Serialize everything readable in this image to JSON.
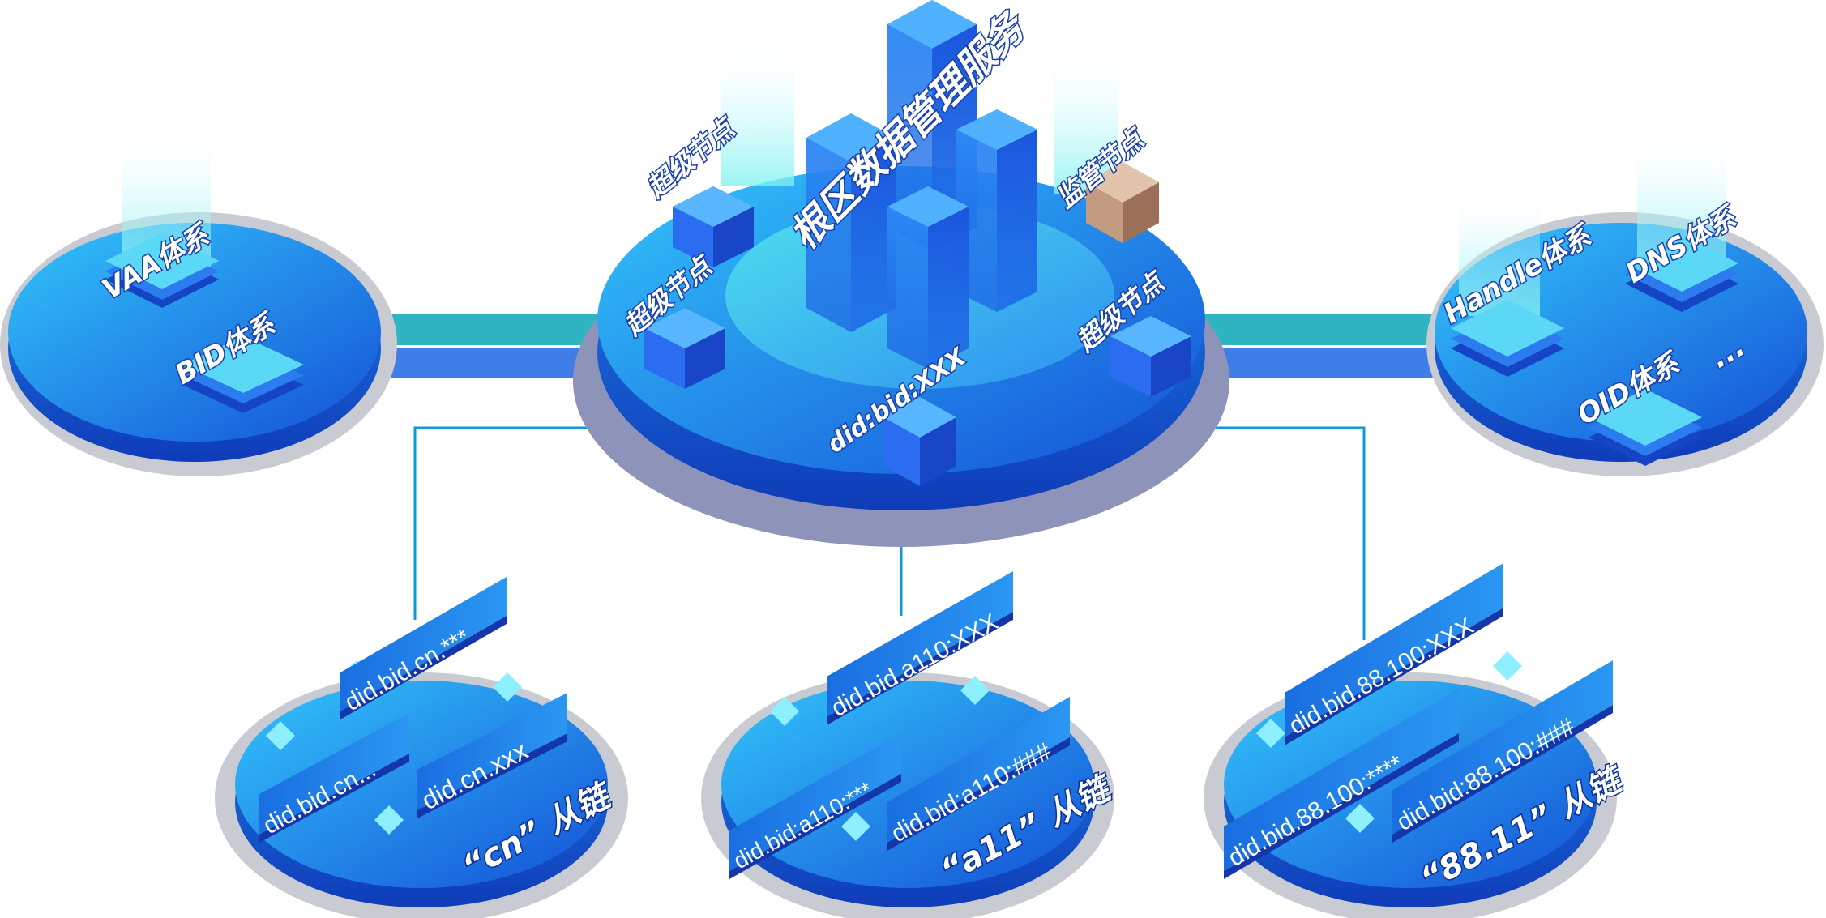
{
  "colors": {
    "disc_light": "#27b3f6",
    "disc_dark": "#1652d9",
    "shadow": "#c9cbd2",
    "connector_teal": "#2fb5c2",
    "connector_blue": "#3f7ee6",
    "tag_bg": "#1e7be6",
    "tag_dark": "#1436a8",
    "line": "#0e9ad6"
  },
  "center": {
    "title": "根区数据管理服务",
    "super_node_top": "超级节点",
    "super_node_left": "超级节点",
    "super_node_right": "超级节点",
    "regulator_node": "监管节点",
    "did_label": "did:bid:XXX"
  },
  "left_platform": {
    "items": [
      "VAA体系",
      "BID体系"
    ]
  },
  "right_platform": {
    "items": [
      "Handle体系",
      "DNS体系",
      "OID体系",
      "..."
    ]
  },
  "subchains": [
    {
      "name": "“cn” 从链",
      "tags": [
        "did.bid.cn.***",
        "did.bid.cn...",
        "did.cn.xxx"
      ]
    },
    {
      "name": "“a11” 从链",
      "tags": [
        "did.bid.a110:XXX",
        "did.bid:a110:***",
        "did.bid:a110:###"
      ]
    },
    {
      "name": "“88.11” 从链",
      "tags": [
        "did.bid.88.100:XXX",
        "did.bid.88.100:****",
        "did.bid:88.100:###"
      ]
    }
  ]
}
